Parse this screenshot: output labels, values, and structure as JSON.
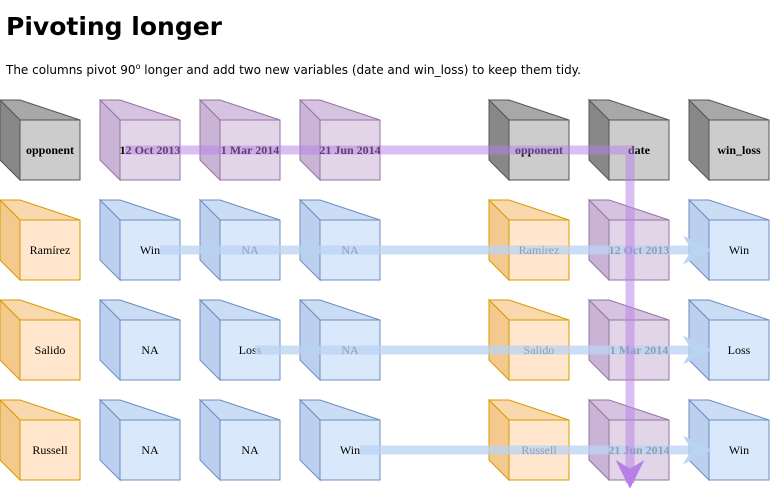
{
  "title": "Pivoting longer",
  "subtitle": {
    "before": "The columns pivot 90",
    "sup": "o",
    "after": " longer and add two new variables (date and win_loss) to keep them tidy."
  },
  "colors": {
    "gray": {
      "front": "#cccccc",
      "side": "#888888",
      "top": "#a8a8a8",
      "stroke": "#555555"
    },
    "purple": {
      "front": "#e1d5e7",
      "side": "#c9b4d6",
      "top": "#d5c3df",
      "stroke": "#9673a6"
    },
    "blue": {
      "front": "#dae8fc",
      "side": "#bccfee",
      "top": "#cbdcf5",
      "stroke": "#6c8ebf"
    },
    "orange": {
      "front": "#ffe6cc",
      "side": "#f3c98e",
      "top": "#f9d8ad",
      "stroke": "#d79b00"
    },
    "arrow_blue": "#b9d3f2",
    "arrow_purple": "#b77fe8"
  },
  "wide_table": {
    "header": [
      {
        "label": "opponent",
        "color": "gray",
        "bold": true
      },
      {
        "label": "12 Oct 2013",
        "color": "purple",
        "bold": true
      },
      {
        "label": "1 Mar 2014",
        "color": "purple",
        "bold": true
      },
      {
        "label": "21 Jun 2014",
        "color": "purple",
        "bold": true
      }
    ],
    "rows": [
      [
        "Ramírez",
        "Win",
        "NA",
        "NA"
      ],
      [
        "Salido",
        "NA",
        "Loss",
        "NA"
      ],
      [
        "Russell",
        "NA",
        "NA",
        "Win"
      ]
    ]
  },
  "long_table": {
    "header": [
      {
        "label": "opponent",
        "color": "gray",
        "bold": true
      },
      {
        "label": "date",
        "color": "gray",
        "bold": true
      },
      {
        "label": "win_loss",
        "color": "gray",
        "bold": true
      }
    ],
    "rows": [
      [
        "Ramírez",
        "12 Oct 2013",
        "Win"
      ],
      [
        "Salido",
        "1 Mar 2014",
        "Loss"
      ],
      [
        "Russell",
        "21 Jun 2014",
        "Win"
      ]
    ]
  }
}
